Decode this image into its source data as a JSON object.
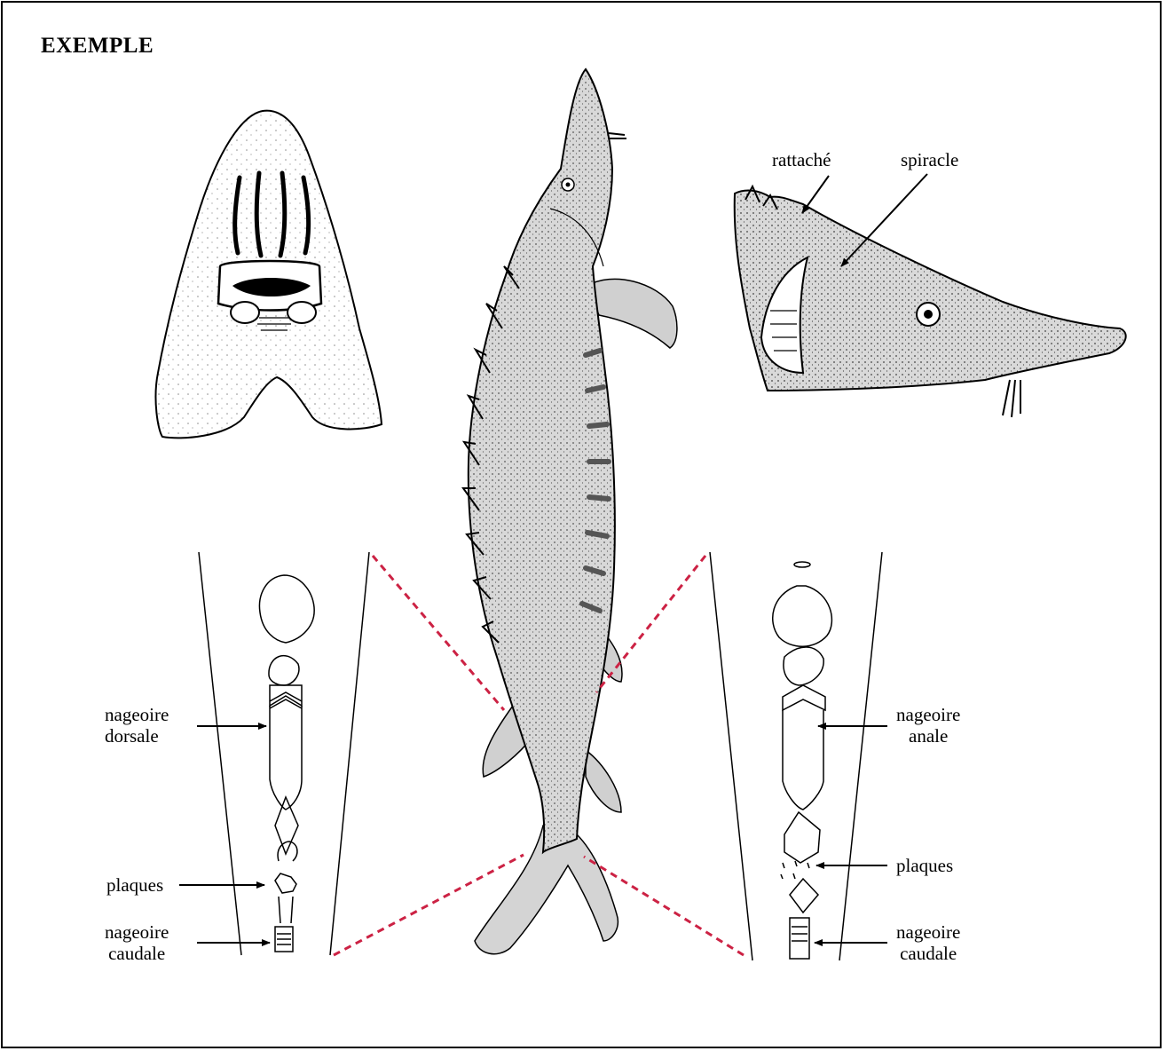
{
  "title": "EXEMPLE",
  "labels": {
    "attached": "rattaché",
    "spiracle": "spiracle",
    "dorsal_fin_line1": "nageoire",
    "dorsal_fin_line2": "dorsale",
    "anal_fin_line1": "nageoire",
    "anal_fin_line2": "anale",
    "plates_left": "plaques",
    "plates_right": "plaques",
    "caudal_left_line1": "nageoire",
    "caudal_left_line2": "caudale",
    "caudal_right_line1": "nageoire",
    "caudal_right_line2": "caudale"
  },
  "colors": {
    "dashed_lines": "#cc2244",
    "ink": "#000000",
    "fish_fill": "#d8d8d8"
  },
  "icons": {
    "head_ventral": "sturgeon-head-ventral-view",
    "fish_main": "sturgeon-dorsal-view",
    "head_lateral": "sturgeon-head-lateral-view",
    "dorsal_detail": "dorsal-plate-detail",
    "ventral_detail": "ventral-plate-detail"
  }
}
